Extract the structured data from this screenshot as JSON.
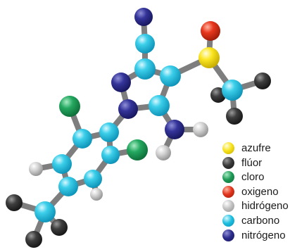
{
  "colors": {
    "bond": "#7e7e7e",
    "carbon": "#1dbfe0",
    "nitrogen": "#2c2c8c",
    "chlorine": "#1f9a57",
    "fluorine": "#3a3a3a",
    "hydrogen": "#c4c4c4",
    "oxygen": "#e2341c",
    "sulfur": "#f7e21a"
  },
  "legend": [
    {
      "label": "azufre",
      "element": "sulfur",
      "icon": "sulfur-swatch-icon"
    },
    {
      "label": "flúor",
      "element": "fluorine",
      "icon": "fluorine-swatch-icon"
    },
    {
      "label": "cloro",
      "element": "chlorine",
      "icon": "chlorine-swatch-icon"
    },
    {
      "label": "oxigeno",
      "element": "oxygen",
      "icon": "oxygen-swatch-icon"
    },
    {
      "label": "hidrógeno",
      "element": "hydrogen",
      "icon": "hydrogen-swatch-icon"
    },
    {
      "label": "carbono",
      "element": "carbon",
      "icon": "carbon-swatch-icon"
    },
    {
      "label": "nitrógeno",
      "element": "nitrogen",
      "icon": "nitrogen-swatch-icon"
    }
  ]
}
